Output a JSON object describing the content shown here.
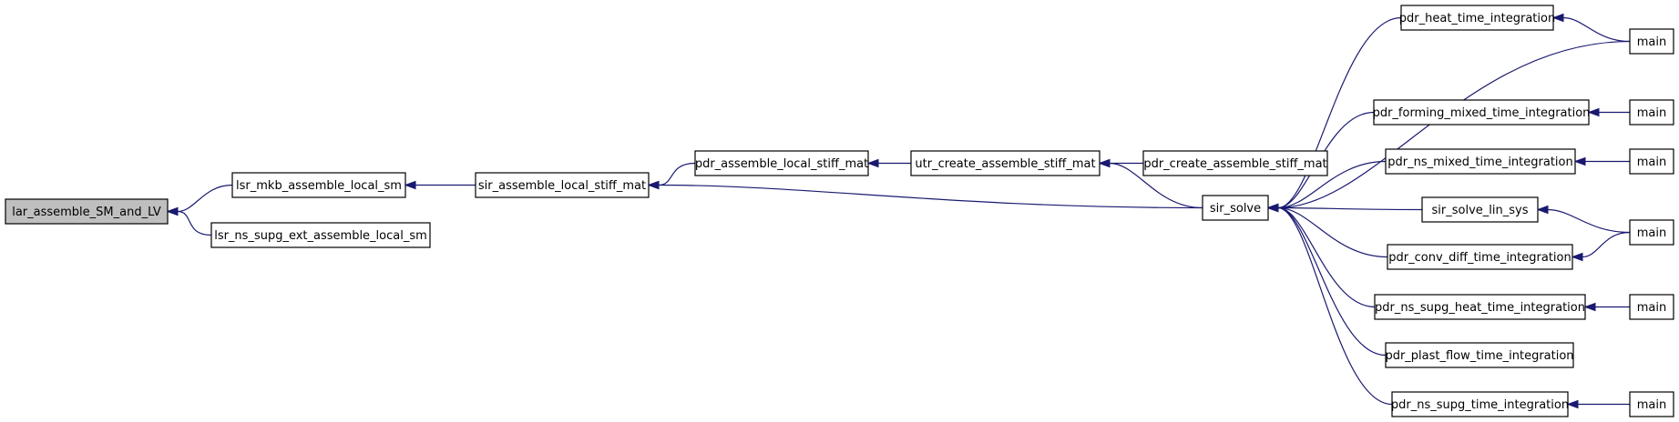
{
  "graph": {
    "nodes": [
      {
        "id": "lar_assemble_SM_and_LV",
        "label": "lar_assemble_SM_and_LV",
        "root": true
      },
      {
        "id": "lsr_mkb_assemble_local_sm",
        "label": "lsr_mkb_assemble_local_sm"
      },
      {
        "id": "lsr_ns_supg_ext_assemble_local_sm",
        "label": "lsr_ns_supg_ext_assemble_local_sm"
      },
      {
        "id": "sir_assemble_local_stiff_mat",
        "label": "sir_assemble_local_stiff_mat"
      },
      {
        "id": "pdr_assemble_local_stiff_mat",
        "label": "pdr_assemble_local_stiff_mat"
      },
      {
        "id": "utr_create_assemble_stiff_mat",
        "label": "utr_create_assemble_stiff_mat"
      },
      {
        "id": "pdr_create_assemble_stiff_mat",
        "label": "pdr_create_assemble_stiff_mat"
      },
      {
        "id": "sir_solve",
        "label": "sir_solve"
      },
      {
        "id": "pdr_heat_time_integration",
        "label": "pdr_heat_time_integration"
      },
      {
        "id": "pdr_forming_mixed_time_integration",
        "label": "pdr_forming_mixed_time_integration"
      },
      {
        "id": "pdr_ns_mixed_time_integration",
        "label": "pdr_ns_mixed_time_integration"
      },
      {
        "id": "sir_solve_lin_sys",
        "label": "sir_solve_lin_sys"
      },
      {
        "id": "pdr_conv_diff_time_integration",
        "label": "pdr_conv_diff_time_integration"
      },
      {
        "id": "pdr_ns_supg_heat_time_integration",
        "label": "pdr_ns_supg_heat_time_integration"
      },
      {
        "id": "pdr_plast_flow_time_integration",
        "label": "pdr_plast_flow_time_integration"
      },
      {
        "id": "pdr_ns_supg_time_integration",
        "label": "pdr_ns_supg_time_integration"
      },
      {
        "id": "main_1",
        "label": "main"
      },
      {
        "id": "main_2",
        "label": "main"
      },
      {
        "id": "main_3",
        "label": "main"
      },
      {
        "id": "main_4",
        "label": "main"
      },
      {
        "id": "main_5",
        "label": "main"
      },
      {
        "id": "main_6",
        "label": "main"
      }
    ],
    "edges": [
      {
        "from": "lar_assemble_SM_and_LV",
        "to": "lsr_mkb_assemble_local_sm"
      },
      {
        "from": "lar_assemble_SM_and_LV",
        "to": "lsr_ns_supg_ext_assemble_local_sm"
      },
      {
        "from": "lsr_mkb_assemble_local_sm",
        "to": "sir_assemble_local_stiff_mat"
      },
      {
        "from": "sir_assemble_local_stiff_mat",
        "to": "pdr_assemble_local_stiff_mat"
      },
      {
        "from": "sir_assemble_local_stiff_mat",
        "to": "sir_solve"
      },
      {
        "from": "pdr_assemble_local_stiff_mat",
        "to": "utr_create_assemble_stiff_mat"
      },
      {
        "from": "utr_create_assemble_stiff_mat",
        "to": "pdr_create_assemble_stiff_mat"
      },
      {
        "from": "utr_create_assemble_stiff_mat",
        "to": "sir_solve"
      },
      {
        "from": "sir_solve",
        "to": "pdr_heat_time_integration"
      },
      {
        "from": "sir_solve",
        "to": "main_1"
      },
      {
        "from": "sir_solve",
        "to": "pdr_forming_mixed_time_integration"
      },
      {
        "from": "sir_solve",
        "to": "pdr_ns_mixed_time_integration"
      },
      {
        "from": "sir_solve",
        "to": "sir_solve_lin_sys"
      },
      {
        "from": "sir_solve",
        "to": "pdr_conv_diff_time_integration"
      },
      {
        "from": "sir_solve",
        "to": "pdr_ns_supg_heat_time_integration"
      },
      {
        "from": "sir_solve",
        "to": "pdr_plast_flow_time_integration"
      },
      {
        "from": "sir_solve",
        "to": "pdr_ns_supg_time_integration"
      },
      {
        "from": "pdr_heat_time_integration",
        "to": "main_1"
      },
      {
        "from": "pdr_forming_mixed_time_integration",
        "to": "main_2"
      },
      {
        "from": "pdr_ns_mixed_time_integration",
        "to": "main_3"
      },
      {
        "from": "sir_solve_lin_sys",
        "to": "main_4"
      },
      {
        "from": "pdr_conv_diff_time_integration",
        "to": "main_4"
      },
      {
        "from": "pdr_ns_supg_heat_time_integration",
        "to": "main_5"
      },
      {
        "from": "pdr_ns_supg_time_integration",
        "to": "main_6"
      }
    ]
  }
}
